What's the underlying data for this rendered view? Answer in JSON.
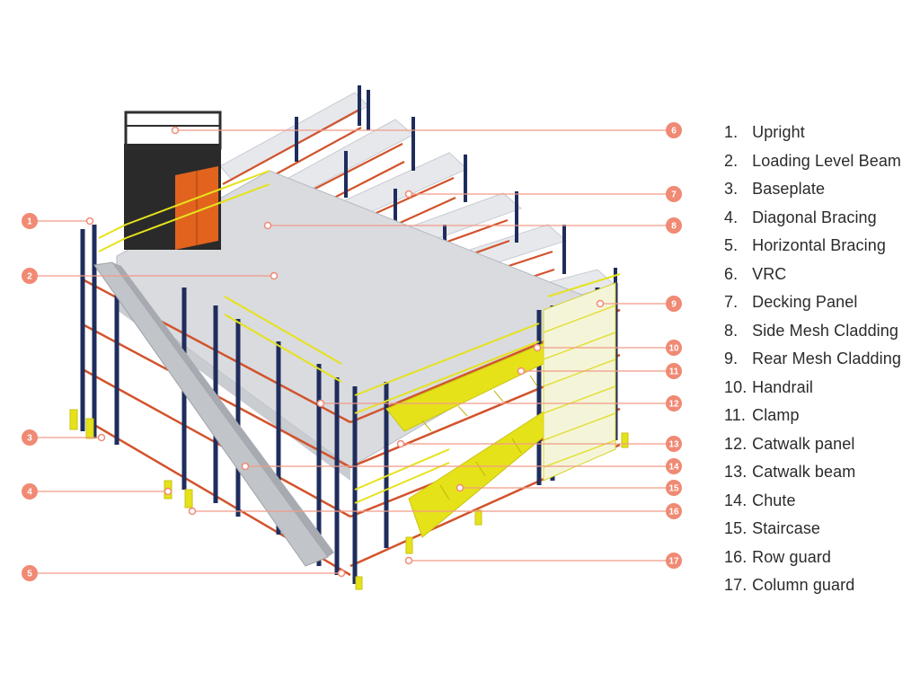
{
  "legend": [
    {
      "num": "1.",
      "label": "Upright"
    },
    {
      "num": "2.",
      "label": "Loading Level Beam"
    },
    {
      "num": "3.",
      "label": "Baseplate"
    },
    {
      "num": "4.",
      "label": "Diagonal Bracing"
    },
    {
      "num": "5.",
      "label": "Horizontal Bracing"
    },
    {
      "num": "6.",
      "label": "VRC"
    },
    {
      "num": "7.",
      "label": "Decking Panel"
    },
    {
      "num": "8.",
      "label": "Side Mesh Cladding"
    },
    {
      "num": "9.",
      "label": "Rear Mesh Cladding"
    },
    {
      "num": "10.",
      "label": "Handrail"
    },
    {
      "num": "11.",
      "label": "Clamp"
    },
    {
      "num": "12.",
      "label": "Catwalk panel"
    },
    {
      "num": "13.",
      "label": "Catwalk beam"
    },
    {
      "num": "14.",
      "label": "Chute"
    },
    {
      "num": "15.",
      "label": "Staircase"
    },
    {
      "num": "16.",
      "label": "Row guard"
    },
    {
      "num": "17.",
      "label": "Column guard"
    }
  ],
  "callouts": [
    "1",
    "2",
    "3",
    "4",
    "5",
    "6",
    "7",
    "8",
    "9",
    "10",
    "11",
    "12",
    "13",
    "14",
    "15",
    "16",
    "17"
  ],
  "colors": {
    "callout": "#f08a74",
    "leader": "#f29a86",
    "upright": "#1f2d5c",
    "beam": "#d2532b",
    "deck": "#e4e6ea",
    "yellow": "#e6e21a",
    "vrc_frame": "#2e2e2e",
    "vrc_door": "#e2631e",
    "chute": "#b9bcc2"
  }
}
